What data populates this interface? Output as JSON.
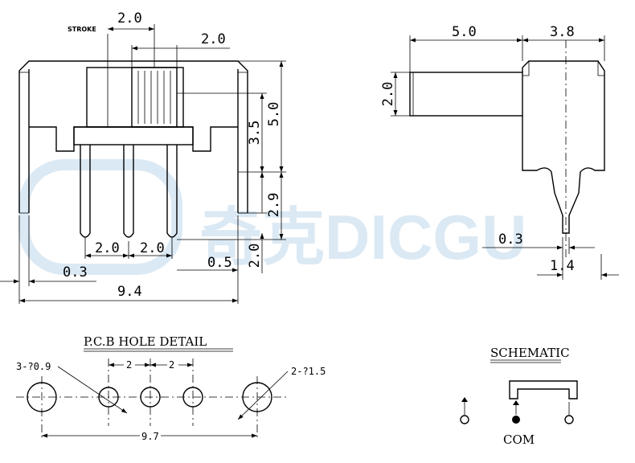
{
  "watermark": {
    "text": "奇克DICGU"
  },
  "front_view": {
    "stroke_label": "STROKE",
    "dims": {
      "stroke": "2.0",
      "knob_width": "2.0",
      "body_height": "5.0",
      "knob_height": "3.5",
      "body_depth": "2.9",
      "pin_length": "2.0",
      "pin_pitch_1": "2.0",
      "pin_pitch_2": "2.0",
      "pin_thickness": "0.3",
      "mount_tab": "0.5",
      "overall_width": "9.4"
    }
  },
  "side_view": {
    "dims": {
      "actuator_length": "5.0",
      "body_width": "3.8",
      "actuator_height": "2.0",
      "pin_thickness": "0.3",
      "pin_spread": "1.4"
    }
  },
  "pcb_detail": {
    "title": "P.C.B  HOLE  DETAIL",
    "small_holes": "3-?0.9",
    "large_holes": "2-?1.5",
    "pitch_1": "2",
    "pitch_2": "2",
    "overall": "9.7"
  },
  "schematic": {
    "title": "SCHEMATIC",
    "com_label": "COM"
  }
}
